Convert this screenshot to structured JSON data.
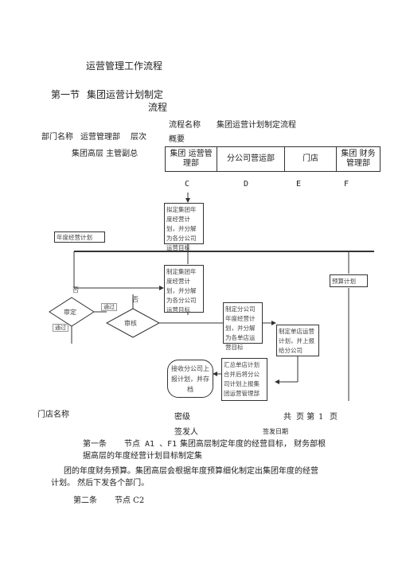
{
  "doc": {
    "title": "运营管理工作流程",
    "section": "第一节",
    "section_title_1": "集团运营计划制定",
    "section_title_2": "流程",
    "process_name_label": "流程名称",
    "process_name": "集团运营计划制定流程",
    "overview": "概要",
    "dept_label": "部门名称",
    "dept": "运营管理部",
    "level_label": "层次",
    "level_value": "集团高层 主管副总"
  },
  "columns": [
    {
      "name": "集团 运营管理部",
      "code": "C"
    },
    {
      "name": "分公司营运部",
      "code": "D"
    },
    {
      "name": "门店",
      "code": "E"
    },
    {
      "name": "集团 财务管理部",
      "code": "F"
    }
  ],
  "flow": {
    "annual_plan": "年度经营计划",
    "box1": "拟定集团年度经营计划，并分解为各分公司运营目标",
    "box2": "制定集团年度经营计划，并分解为各分公司运营目标",
    "box3": "制定分公司年度经营计划，并分解为各单店运营目标",
    "box4": "制定单店运营计划，并上报给分公司",
    "box5": "汇总单店计划合并后将分公司计划上报集团运营管理部",
    "box6": "接收分公司上报计划，并存档",
    "budget": "预算计划",
    "review": "审定",
    "audit": "审核",
    "no1": "否",
    "no2": "否",
    "pass1": "通过",
    "pass2": "通过"
  },
  "footer": {
    "store_name": "门店名称",
    "secret": "密级",
    "pages_total": "共",
    "pages_mid": "页 第",
    "page_no": "1",
    "pages_end": "页",
    "signer": "签发人",
    "sign_date": "签发日期"
  },
  "body": {
    "art1_label": "第一条",
    "art1_node": "节点 A1 、F1",
    "art1_text_1": "集团高层制定年度的经营目标，  财务部根",
    "art1_text_2": "据高层的年度经营计划目标制定集",
    "para2_1": "团的年度财务预算。集团高层会根据年度预算细化制定出集团年度的经营",
    "para2_2": "计划。  然后下发各个部门。",
    "art2_label": "第二条",
    "art2_node": "节点 C2"
  }
}
